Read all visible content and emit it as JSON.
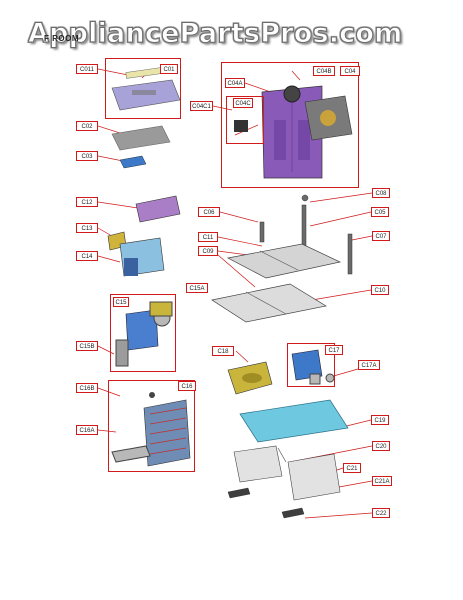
{
  "watermark": "AppliancePartsPros.com",
  "room_label": "F ROOM",
  "callouts": {
    "c011": "C011",
    "c01": "C01",
    "c02": "C02",
    "c03": "C03",
    "c04": "C04",
    "c04a": "C04A",
    "c04b": "C04B",
    "c04c": "C04C",
    "c04c1": "C04C1",
    "c08": "C08",
    "c05": "C05",
    "c06": "C06",
    "c07": "C07",
    "c11": "C11",
    "c09": "C09",
    "c10": "C10",
    "c12": "C12",
    "c13": "C13",
    "c14": "C14",
    "c15": "C15",
    "c15a": "C15A",
    "c15b": "C15B",
    "c16": "C16",
    "c16b": "C16B",
    "c16a": "C16A",
    "c18": "C18",
    "c17": "C17",
    "c17a": "C17A",
    "c19": "C19",
    "c20": "C20",
    "c21": "C21",
    "c21a": "C21A",
    "c22": "C22"
  },
  "colors": {
    "callout_border": "#d11a1a",
    "leader_line": "#d11a1a",
    "evaporator_cover": "#8a5ab8",
    "crisper_cover": "#6ec8e0",
    "ice_maker_body": "#4a7fd0",
    "part_gray": "#b8b8b8",
    "fan_housing": "#c9b53c"
  }
}
